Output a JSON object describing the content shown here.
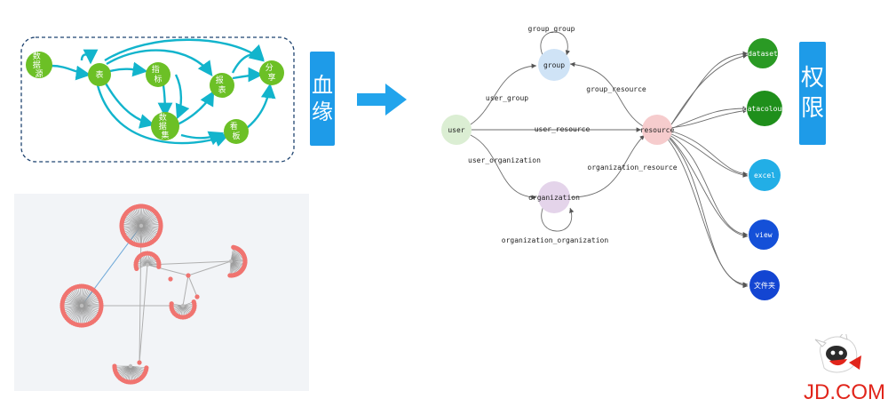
{
  "lineage": {
    "nodes": {
      "datasource": [
        "数",
        "据",
        "源"
      ],
      "table": "表",
      "metric": [
        "指",
        "标"
      ],
      "report": [
        "报",
        "表"
      ],
      "share": [
        "分",
        "享"
      ],
      "dataset": [
        "数",
        "据",
        "集"
      ],
      "dashboard": [
        "看",
        "板"
      ]
    },
    "banner": [
      "血",
      "缘"
    ]
  },
  "permission": {
    "banner": [
      "权",
      "限"
    ],
    "nodes": {
      "user": "user",
      "group": "group",
      "resource": "resource",
      "organization": "organization",
      "dataset": "dataset",
      "datacoloum": "datacoloum",
      "excel": "excel",
      "view": "view",
      "folder": "文件夹"
    },
    "edges": {
      "group_group": "group_group",
      "user_group": "user_group",
      "group_resource": "group_resource",
      "user_resource": "user_resource",
      "user_organization": "user_organization",
      "organization_resource": "organization_resource",
      "organization_organization": "organization_organization"
    }
  },
  "logo": {
    "text": "JD.COM"
  },
  "colors": {
    "lineage_node": "#6cc026",
    "lineage_edge": "#12b4cc",
    "banner": "#1e9be8",
    "arrow": "#22a4ec",
    "graph_node": "#f07470",
    "brand": "#e1251b"
  }
}
